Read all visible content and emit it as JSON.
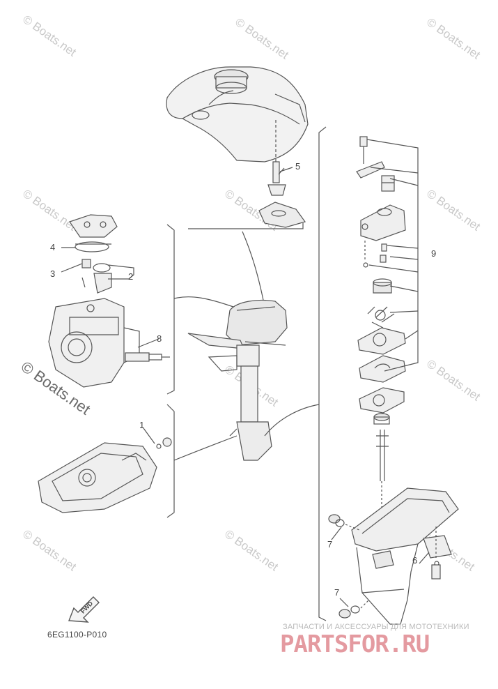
{
  "diagram": {
    "callouts": [
      "1",
      "2",
      "3",
      "4",
      "5",
      "6",
      "7",
      "7",
      "8",
      "9"
    ],
    "code": "6EG1100-P010",
    "fwd_label": "FWD"
  },
  "watermarks": {
    "small": "© Boats.net",
    "large": "© Boats.net"
  },
  "shop": {
    "tagline": "ЗАПЧАСТИ И АКСЕССУАРЫ ДЛЯ МОТОТЕХНИКИ",
    "logo": "PARTSFOR.RU"
  },
  "colors": {
    "line": "#555555",
    "part_fill": "#ececec",
    "watermark": "#c9c9c9",
    "logo": "#e49aa0"
  }
}
